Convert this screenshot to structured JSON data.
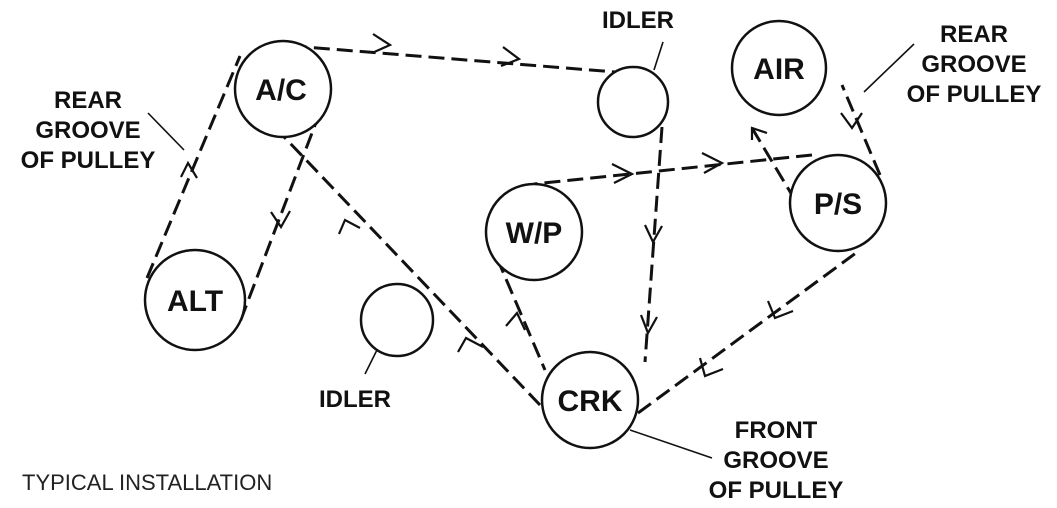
{
  "pulleys": {
    "ac": "A/C",
    "alt": "ALT",
    "wp": "W/P",
    "air": "AIR",
    "ps": "P/S",
    "crk": "CRK",
    "idler_top": "",
    "idler_bottom": ""
  },
  "callouts": {
    "idler_top": "IDLER",
    "idler_bottom": "IDLER",
    "rear_groove_left": [
      "REAR",
      "GROOVE",
      "OF PULLEY"
    ],
    "rear_groove_right": [
      "REAR",
      "GROOVE",
      "OF PULLEY"
    ],
    "front_groove": [
      "FRONT",
      "GROOVE",
      "OF PULLEY"
    ]
  },
  "caption": "TYPICAL INSTALLATION",
  "colors": {
    "ink": "#111111",
    "background": "#ffffff"
  }
}
